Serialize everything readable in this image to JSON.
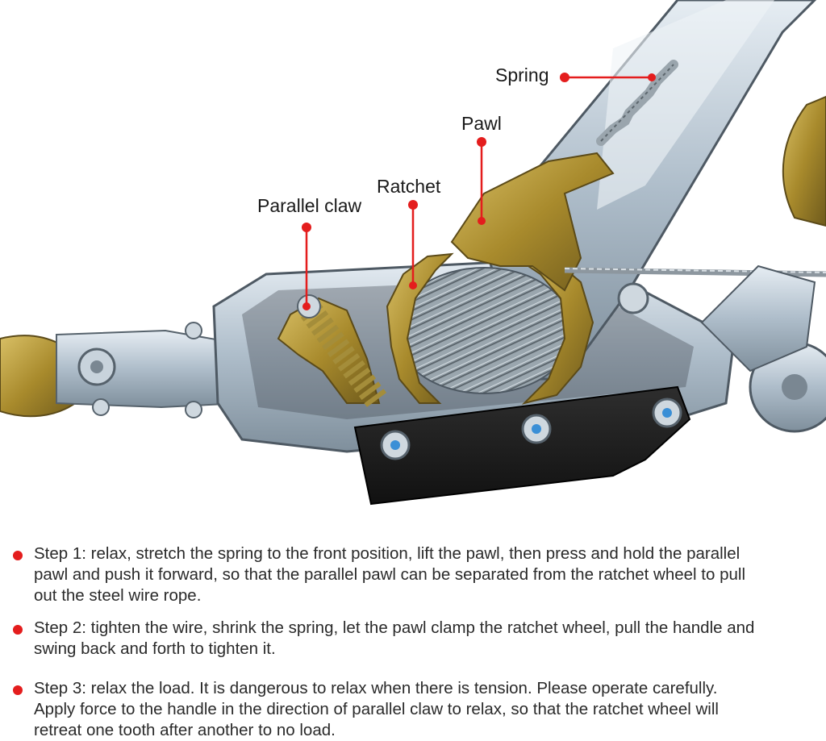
{
  "callouts": {
    "spring": "Spring",
    "pawl": "Pawl",
    "ratchet": "Ratchet",
    "parallel_claw": "Parallel claw"
  },
  "colors": {
    "callout_red": "#e41d1d",
    "steel": "#b9c6d2",
    "brass": "#b59a3a",
    "black_plate": "#1d1d1d"
  },
  "steps": [
    {
      "text": "Step 1: relax, stretch the spring to the front position, lift the pawl, then press and hold the parallel pawl and push it forward, so that the parallel pawl can be separated from the ratchet wheel to pull out the steel wire rope."
    },
    {
      "text": "Step 2: tighten the wire, shrink the spring, let the pawl clamp the ratchet wheel, pull the handle and swing back and forth to tighten it."
    },
    {
      "text": "Step 3: relax the load. It is dangerous to relax when there is tension. Please operate carefully. Apply force to the handle in the direction of parallel claw to relax, so that the ratchet wheel will retreat one tooth after another to no load."
    }
  ]
}
